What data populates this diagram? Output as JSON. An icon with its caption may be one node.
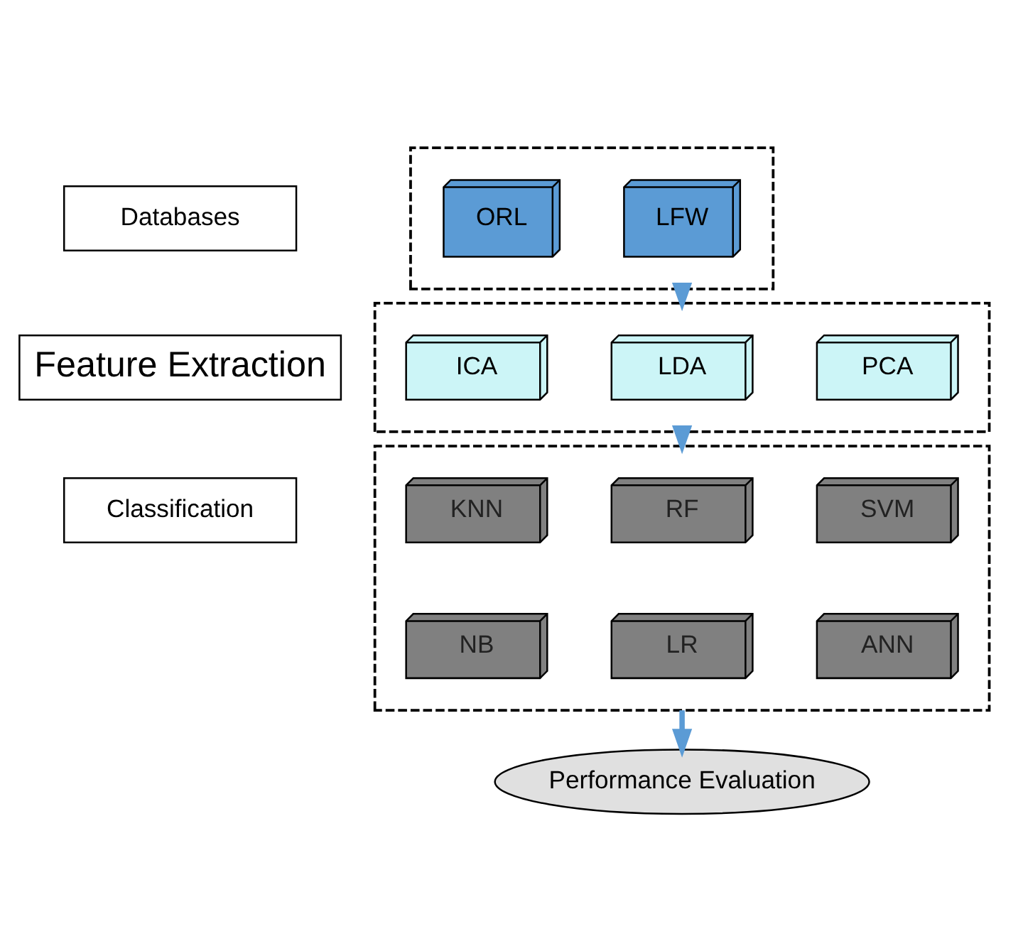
{
  "diagram": {
    "nodes": [
      {
        "text": [
          "Databases"
        ]
      },
      {
        "text": [],
        "shape": "box"
      },
      {
        "text": [
          "LFW"
        ],
        "in": 1
      },
      {
        "text": [
          "ORL"
        ],
        "in": 1
      },
      {
        "text": [
          "Feature Extraction"
        ]
      },
      {
        "text": [],
        "shape": "box"
      },
      {
        "text": [
          "PCA"
        ],
        "in": 5
      },
      {
        "text": [
          "LDA"
        ],
        "in": 5
      },
      {
        "text": [
          "ICA"
        ],
        "in": 5
      },
      {
        "text": [
          "Classification"
        ]
      },
      {
        "text": [],
        "shape": "box"
      },
      {
        "text": [
          "SVM"
        ],
        "in": 10
      },
      {
        "text": [
          "RF"
        ],
        "in": 10
      },
      {
        "text": [
          "KNN"
        ],
        "in": 10
      },
      {
        "text": [
          "ANN"
        ],
        "in": 10
      },
      {
        "text": [
          "LR"
        ],
        "in": 10
      },
      {
        "text": [
          "NB"
        ],
        "in": 10
      },
      {
        "text": [
          "Performance Evaluation"
        ]
      }
    ],
    "edges": [
      {
        "from": 1,
        "to": 5,
        "arrow": "to"
      },
      {
        "from": 5,
        "to": 10,
        "arrow": "to"
      },
      {
        "from": 10,
        "to": 17,
        "arrow": "to"
      }
    ]
  }
}
